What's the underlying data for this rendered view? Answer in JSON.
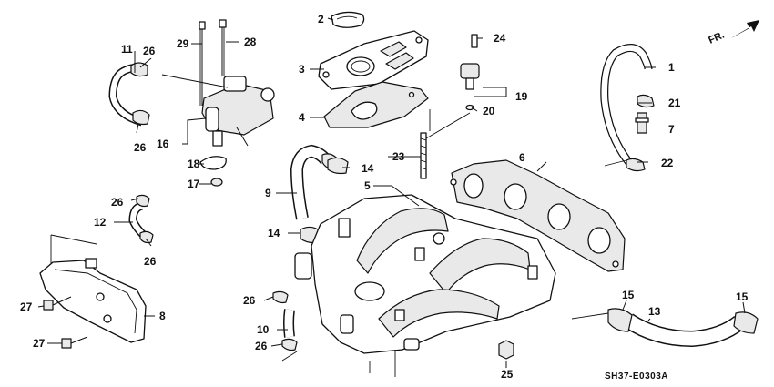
{
  "diagram": {
    "callouts": [
      "1",
      "2",
      "3",
      "4",
      "5",
      "6",
      "7",
      "8",
      "9",
      "10",
      "11",
      "12",
      "13",
      "14",
      "14",
      "15",
      "15",
      "16",
      "17",
      "18",
      "19",
      "20",
      "21",
      "22",
      "23",
      "24",
      "25",
      "26",
      "26",
      "26",
      "26",
      "26",
      "26",
      "27",
      "27",
      "28",
      "29"
    ],
    "direction_label": "FR.",
    "drawing_code": "SH37-E0303A"
  }
}
